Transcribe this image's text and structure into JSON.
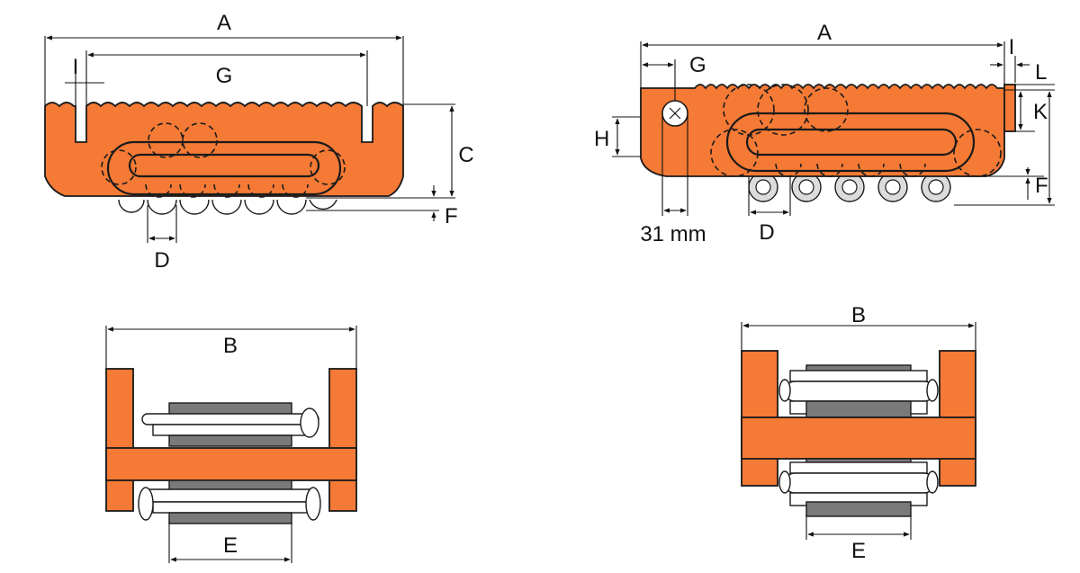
{
  "colors": {
    "body": "#f47a35",
    "roller": "#7a7a7a",
    "outline": "#1a1a1a"
  },
  "side_view": {
    "labels": {
      "A": "A",
      "G": "G",
      "I": "I",
      "C": "C",
      "F": "F",
      "D": "D"
    }
  },
  "side_view_with_pin": {
    "labels": {
      "A": "A",
      "G": "G",
      "I": "I",
      "L": "L",
      "K": "K",
      "H": "H",
      "F": "F",
      "D": "D"
    },
    "pin_hole_size": "31 mm"
  },
  "front_view_left": {
    "labels": {
      "B": "B",
      "E": "E"
    }
  },
  "front_view_right": {
    "labels": {
      "B": "B",
      "E": "E"
    }
  }
}
